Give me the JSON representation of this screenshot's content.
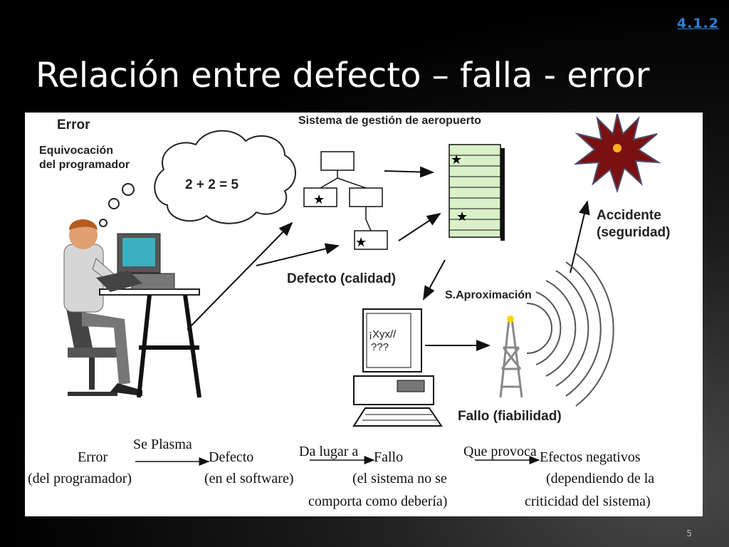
{
  "header": {
    "section_link": "4.1.2",
    "title": "Relación entre defecto – falla - error",
    "page_number": "5"
  },
  "diagram": {
    "labels": {
      "error": "Error",
      "mistake_line1": "Equivocación",
      "mistake_line2": "del programador",
      "equation": "2 + 2 = 5",
      "system_title": "Sistema de gestión de aeropuerto",
      "defect": "Defecto (calidad)",
      "accident_line1": "Accidente",
      "accident_line2": "(seguridad)",
      "approach": "S.Aproximación",
      "screen_line1": "¡Xyx//",
      "screen_line2": "???",
      "failure": "Fallo (fiabilidad)"
    },
    "flow": {
      "node1_title": "Error",
      "node1_sub": "(del programador)",
      "arrow1": "Se Plasma",
      "node2_title": "Defecto",
      "node2_sub": "(en el software)",
      "arrow2": "Da lugar a",
      "node3_title": "Fallo",
      "node3_sub1": "(el sistema no se",
      "node3_sub2": "comporta como debería)",
      "arrow3": "Que provoca",
      "node4_title": "Efectos negativos",
      "node4_sub1": "(dependiendo de la",
      "node4_sub2": "criticidad del sistema)"
    }
  }
}
